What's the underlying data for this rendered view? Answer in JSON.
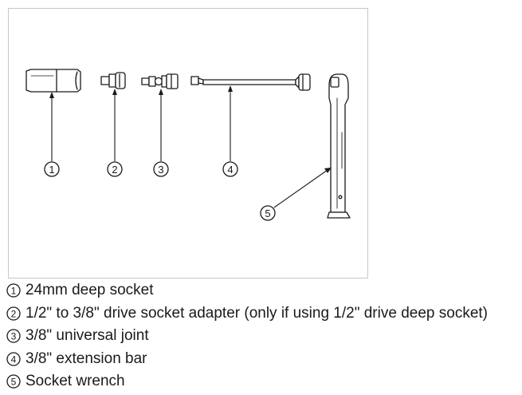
{
  "callouts": [
    "1",
    "2",
    "3",
    "4",
    "5"
  ],
  "legend": [
    {
      "number": "1",
      "text": "24mm deep socket"
    },
    {
      "number": "2",
      "text": "1/2\" to 3/8\" drive socket adapter (only if using 1/2\" drive deep socket)"
    },
    {
      "number": "3",
      "text": "3/8\" universal joint"
    },
    {
      "number": "4",
      "text": "3/8\" extension bar"
    },
    {
      "number": "5",
      "text": "Socket wrench"
    }
  ],
  "colors": {
    "line": "#1a1a1a",
    "text": "#1a1a1a",
    "frame_border": "#c8c8c8"
  }
}
